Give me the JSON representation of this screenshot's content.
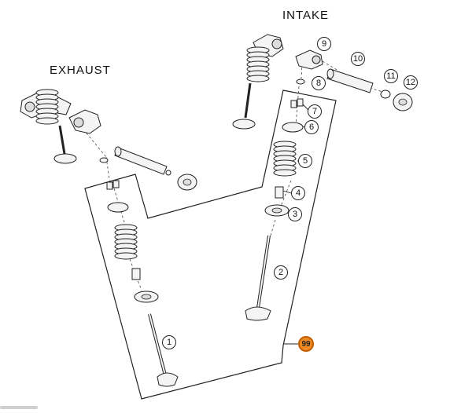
{
  "labels": {
    "intake": "INTAKE",
    "exhaust": "EXHAUST"
  },
  "callouts": [
    "1",
    "2",
    "3",
    "4",
    "5",
    "6",
    "7",
    "8",
    "9",
    "10",
    "11",
    "12"
  ],
  "kit_callout": "99",
  "colors": {
    "line": "#222222",
    "part_fill": "#f4f4f4",
    "kit_accent": "#f08a24"
  }
}
